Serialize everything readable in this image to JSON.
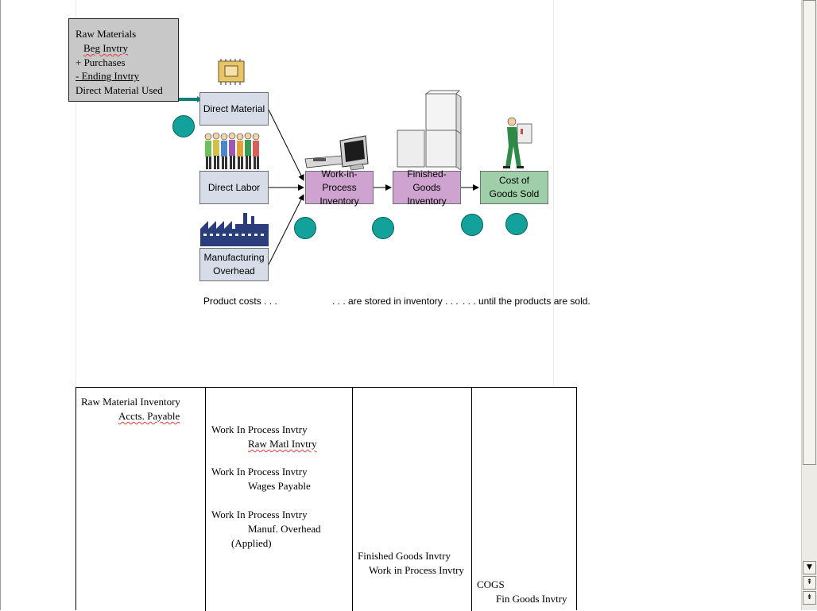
{
  "raw_materials_box": {
    "title": "Raw Materials",
    "beg": "Beg Invtry",
    "purchases": "+ Purchases",
    "ending": "- Ending Invtry",
    "used": "Direct Material Used"
  },
  "nodes": {
    "direct_material": "Direct Material",
    "direct_labor": "Direct Labor",
    "manufacturing_overhead": [
      "Manufacturing",
      "Overhead"
    ],
    "wip": [
      "Work-in-Process",
      "Inventory"
    ],
    "finished_goods": [
      "Finished-Goods",
      "Inventory"
    ],
    "cogs": [
      "Cost of",
      "Goods Sold"
    ]
  },
  "captions": {
    "product_costs": "Product costs . . .",
    "stored": ". . . are stored in inventory . . .",
    "until_sold": ". . . until the products are sold."
  },
  "journal": {
    "col1": {
      "debit": "Raw Material Inventory",
      "credit": "Accts. Payable"
    },
    "col2": {
      "e1_debit": "Work In Process Invtry",
      "e1_credit": "Raw Matl Invtry",
      "e2_debit": "Work In Process Invtry",
      "e2_credit": "Wages Payable",
      "e3_debit": "Work In Process Invtry",
      "e3_credit": "Manuf. Overhead",
      "e3_note": "(Applied)"
    },
    "col3": {
      "debit": "Finished Goods Invtry",
      "credit": "Work in Process Invtry"
    },
    "col4": {
      "debit": "COGS",
      "credit": "Fin Goods Invtry"
    }
  },
  "colors": {
    "raw_box": "#c8c8c8",
    "cost_box": "#d6dde8",
    "inventory_box": "#cfa3cf",
    "cogs_box": "#9fcfa8",
    "circle": "#12a29b"
  },
  "icons": [
    "chip-icon",
    "workers-icon",
    "factory-icon",
    "computer-icon",
    "boxes-icon",
    "worker-carrying-box-icon"
  ]
}
